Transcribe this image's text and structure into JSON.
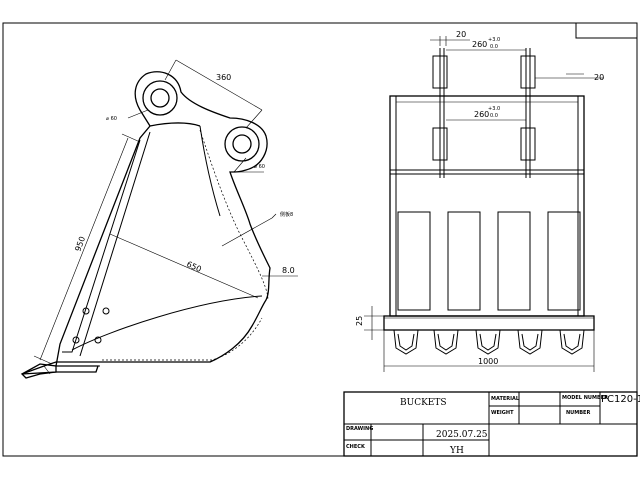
{
  "side_view": {
    "dim_pin_spacing": "360",
    "dim_upper_pin_dia": "⌀ 60",
    "dim_lower_pin_dia": "⌀ 60",
    "dim_height": "950",
    "dim_depth": "650",
    "dim_side_thickness": "8.0",
    "side_plate_note": "侧板8"
  },
  "front_view": {
    "dim_ear_top_gap": "20",
    "dim_ear_top_width": "260",
    "dim_ear_top_tol_upper": "+3.0",
    "dim_ear_top_tol_lower": "0.0",
    "dim_ear_right_thickness": "20",
    "dim_ear_lower_width": "260",
    "dim_ear_lower_tol_upper": "+3.0",
    "dim_ear_lower_tol_lower": "0.0",
    "dim_edge_height": "25",
    "dim_overall_width": "1000"
  },
  "title_block": {
    "product_name": "BUCKETS",
    "material_label": "MATERIAL",
    "material_value": "",
    "model_label": "MODEL NUMBER",
    "model_value": "PC120-1",
    "weight_label": "WEIGHT",
    "weight_value": "",
    "number_label": "NUMBER",
    "number_value": "",
    "drawing_label": "DRAWING",
    "date": "2025.07.25",
    "check_label": "CHECK",
    "drafter": "YH"
  }
}
